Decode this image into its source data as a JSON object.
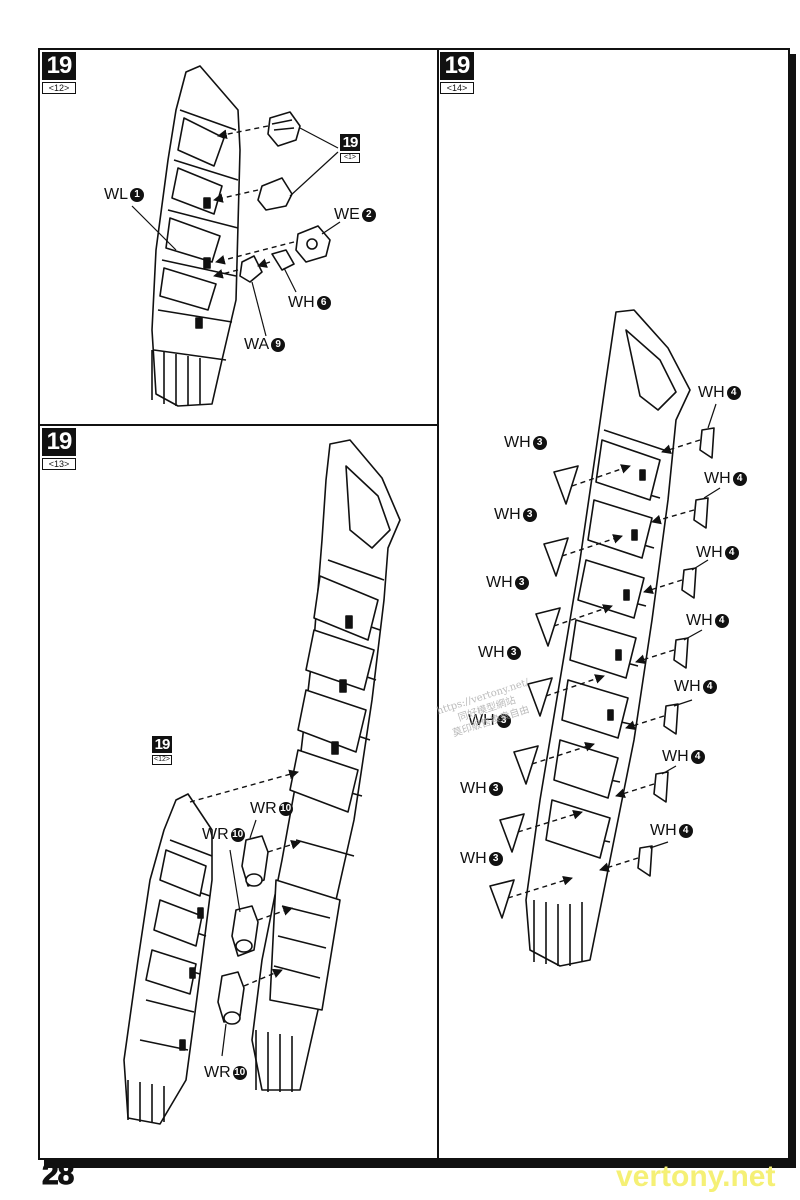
{
  "page": {
    "number": "28",
    "watermark_site": "vertony.net"
  },
  "watermark_text": [
    "https://vertony.net/",
    "同好模型網站",
    "莫印販售換衆自由"
  ],
  "panels": {
    "top_left": {
      "step": "19",
      "substep": "<12>",
      "ref_badge": {
        "step": "19",
        "substep": "<1>"
      },
      "labels": [
        {
          "text": "WL",
          "num": "1"
        },
        {
          "text": "WE",
          "num": "2"
        },
        {
          "text": "WH",
          "num": "6"
        },
        {
          "text": "WA",
          "num": "9"
        }
      ]
    },
    "bottom_left": {
      "step": "19",
      "substep": "<13>",
      "ref_badge": {
        "step": "19",
        "substep": "<12>"
      },
      "labels": [
        {
          "text": "WR",
          "num": "10"
        },
        {
          "text": "WR",
          "num": "10"
        },
        {
          "text": "WR",
          "num": "10"
        }
      ]
    },
    "right": {
      "step": "19",
      "substep": "<14>",
      "labels_left": [
        {
          "text": "WH",
          "num": "3"
        },
        {
          "text": "WH",
          "num": "3"
        },
        {
          "text": "WH",
          "num": "3"
        },
        {
          "text": "WH",
          "num": "3"
        },
        {
          "text": "WH",
          "num": "3"
        },
        {
          "text": "WH",
          "num": "3"
        },
        {
          "text": "WH",
          "num": "3"
        }
      ],
      "labels_right": [
        {
          "text": "WH",
          "num": "4"
        },
        {
          "text": "WH",
          "num": "4"
        },
        {
          "text": "WH",
          "num": "4"
        },
        {
          "text": "WH",
          "num": "4"
        },
        {
          "text": "WH",
          "num": "4"
        },
        {
          "text": "WH",
          "num": "4"
        },
        {
          "text": "WH",
          "num": "4"
        }
      ]
    }
  },
  "colors": {
    "ink": "#111111",
    "watermark": "#f5f075",
    "paper": "#ffffff"
  }
}
